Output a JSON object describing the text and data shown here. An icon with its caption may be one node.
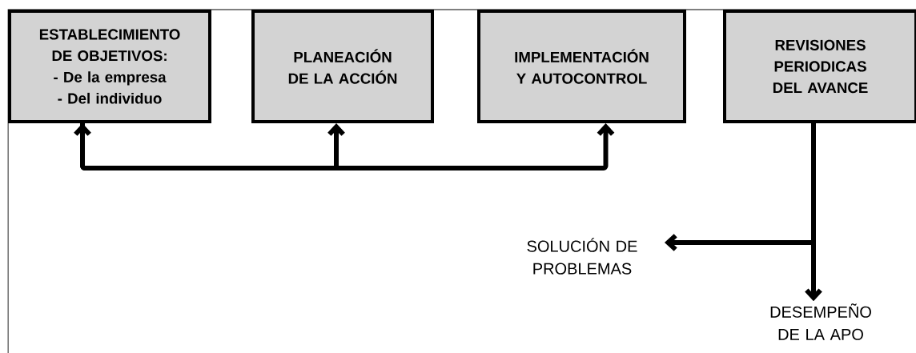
{
  "diagram": {
    "nodes": [
      {
        "text": [
          "ESTABLECIMIENTO DE OBJETIVOS:",
          "- De la empresa",
          "- Del individuo"
        ]
      },
      {
        "text": [
          "PLANEACIÓN DE LA ACCIÓN"
        ]
      },
      {
        "text": [
          "IMPLEMENTACIÓN Y AUTOCONTROL"
        ]
      },
      {
        "text": [
          "REVISIONES PERIODICAS DEL AVANCE"
        ]
      },
      {
        "text": [
          "SOLUCIÓN DE PROBLEMAS"
        ]
      },
      {
        "text": [
          "DESEMPEÑO DE LA APO"
        ]
      }
    ],
    "edges": [
      {
        "from": 0,
        "to": 2,
        "arrow": "both"
      },
      {
        "from": 0,
        "to": 1,
        "arrow": "to"
      },
      {
        "from": 3,
        "to": 4,
        "arrow": "to"
      },
      {
        "from": 3,
        "to": 5,
        "arrow": "to"
      }
    ]
  }
}
